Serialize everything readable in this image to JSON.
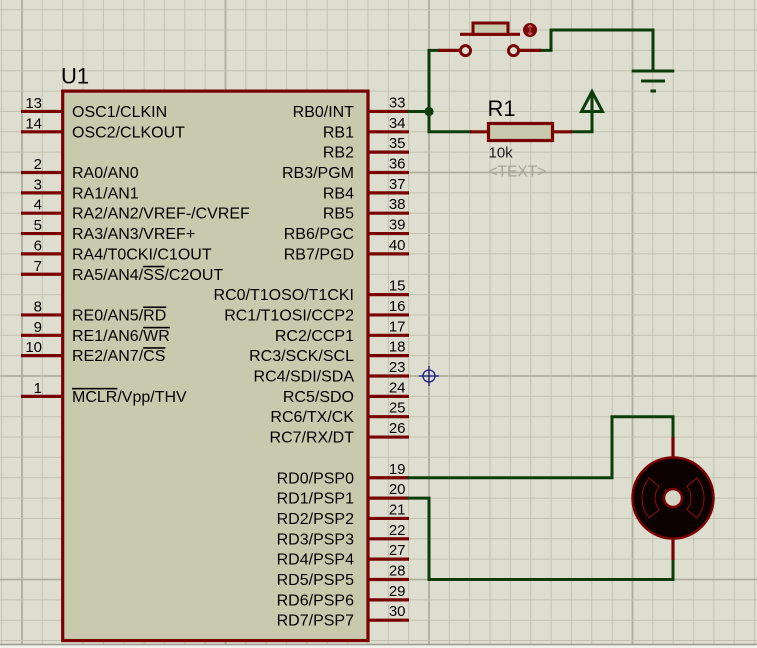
{
  "schematic": {
    "u1": {
      "ref": "U1",
      "left_pins": [
        {
          "num": "13",
          "name": "OSC1/CLKIN"
        },
        {
          "num": "14",
          "name": "OSC2/CLKOUT"
        },
        {
          "num": "2",
          "name": "RA0/AN0"
        },
        {
          "num": "3",
          "name": "RA1/AN1"
        },
        {
          "num": "4",
          "name": "RA2/AN2/VREF-/CVREF"
        },
        {
          "num": "5",
          "name": "RA3/AN3/VREF+"
        },
        {
          "num": "6",
          "name": "RA4/T0CKI/C1OUT"
        },
        {
          "num": "7",
          "name": "RA5/AN4/SS/C2OUT",
          "overline": "SS"
        },
        {
          "num": "8",
          "name": "RE0/AN5/RD",
          "overline": "RD"
        },
        {
          "num": "9",
          "name": "RE1/AN6/WR",
          "overline": "WR"
        },
        {
          "num": "10",
          "name": "RE2/AN7/CS",
          "overline": "CS"
        },
        {
          "num": "1",
          "name": "MCLR/Vpp/THV",
          "overline": "MCLR"
        }
      ],
      "right_pins": [
        {
          "num": "33",
          "name": "RB0/INT"
        },
        {
          "num": "34",
          "name": "RB1"
        },
        {
          "num": "35",
          "name": "RB2"
        },
        {
          "num": "36",
          "name": "RB3/PGM"
        },
        {
          "num": "37",
          "name": "RB4"
        },
        {
          "num": "38",
          "name": "RB5"
        },
        {
          "num": "39",
          "name": "RB6/PGC"
        },
        {
          "num": "40",
          "name": "RB7/PGD"
        },
        {
          "num": "15",
          "name": "RC0/T1OSO/T1CKI"
        },
        {
          "num": "16",
          "name": "RC1/T1OSI/CCP2"
        },
        {
          "num": "17",
          "name": "RC2/CCP1"
        },
        {
          "num": "18",
          "name": "RC3/SCK/SCL"
        },
        {
          "num": "23",
          "name": "RC4/SDI/SDA"
        },
        {
          "num": "24",
          "name": "RC5/SDO"
        },
        {
          "num": "25",
          "name": "RC6/TX/CK"
        },
        {
          "num": "26",
          "name": "RC7/RX/DT"
        },
        {
          "num": "19",
          "name": "RD0/PSP0"
        },
        {
          "num": "20",
          "name": "RD1/PSP1"
        },
        {
          "num": "21",
          "name": "RD2/PSP2"
        },
        {
          "num": "22",
          "name": "RD3/PSP3"
        },
        {
          "num": "27",
          "name": "RD4/PSP4"
        },
        {
          "num": "28",
          "name": "RD5/PSP5"
        },
        {
          "num": "29",
          "name": "RD6/PSP6"
        },
        {
          "num": "30",
          "name": "RD7/PSP7"
        }
      ]
    },
    "r1": {
      "ref": "R1",
      "value": "10k",
      "text": "<TEXT>"
    },
    "pushbutton": {
      "indicator_icon": "up-down-arrow-icon"
    },
    "motor": {
      "icon": "dc-motor-icon"
    },
    "ground": {
      "icon": "ground-icon"
    },
    "power": {
      "icon": "power-terminal-icon"
    },
    "cursor": {
      "icon": "crosshair-icon"
    }
  },
  "colors": {
    "canvas": "#dddecf",
    "grid_minor": "#c2c2b2",
    "grid_major": "#aeae9e",
    "component_outline": "#780000",
    "component_fill": "#c9c9ad",
    "wire": "#0a3d0a",
    "cursor": "#1c1c84",
    "placeholder_text": "#a4a49a"
  }
}
